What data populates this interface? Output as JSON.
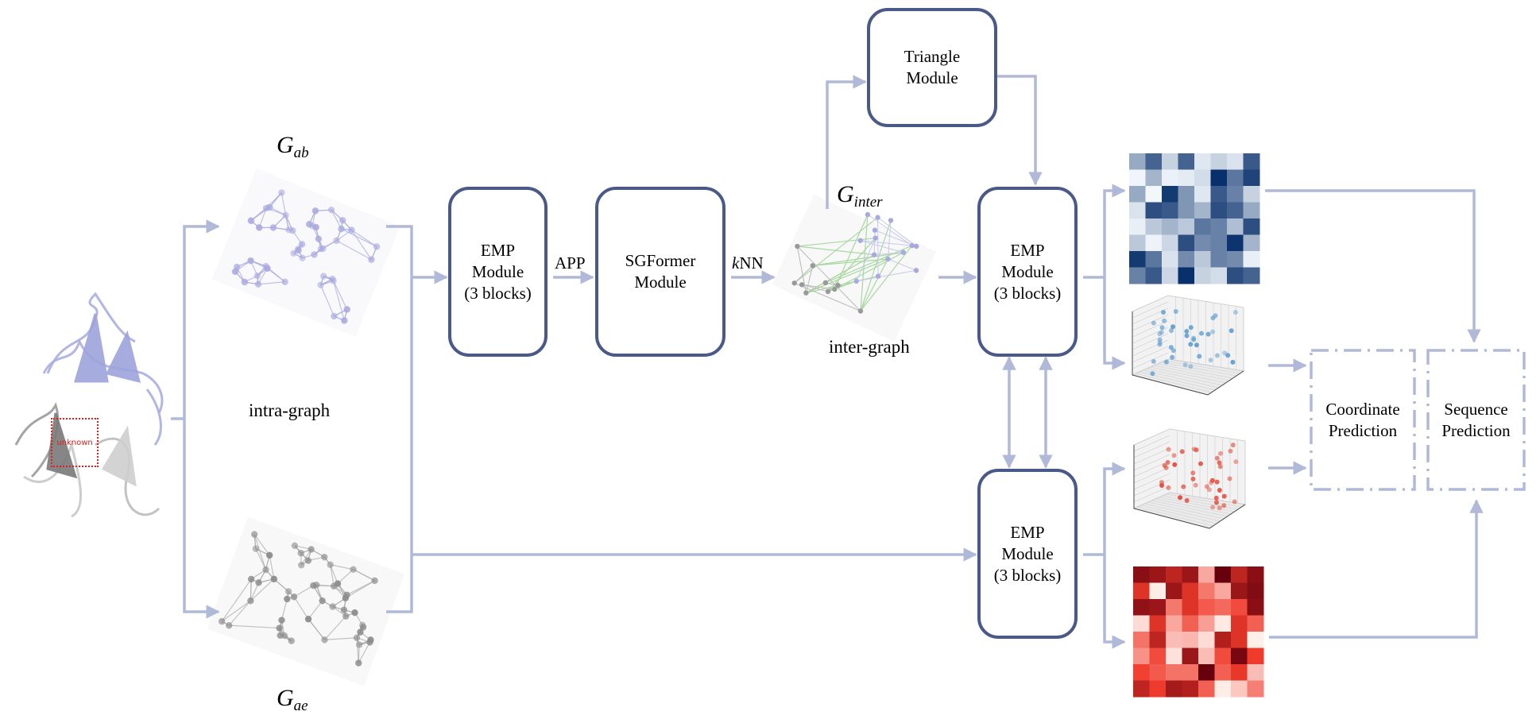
{
  "diagram": {
    "protein": {
      "unknown_label": "unknown"
    },
    "graphs": {
      "ab": {
        "symbol": "G",
        "subscript": "ab",
        "color": "#a9a9e0"
      },
      "ae": {
        "symbol": "G",
        "subscript": "ae",
        "color": "#8c8c8c"
      },
      "inter": {
        "symbol": "G",
        "subscript": "inter",
        "caption": "inter-graph",
        "edge_color": "#a8d8a0"
      }
    },
    "intra_graph_label": "intra-graph",
    "edge_labels": {
      "app": "APP",
      "knn_italic": "k",
      "knn_rest": "NN"
    },
    "modules": {
      "emp1": {
        "line1": "EMP",
        "line2": "Module",
        "line3": "(3 blocks)"
      },
      "sgformer": {
        "line1": "SGFormer",
        "line2": "Module"
      },
      "triangle": {
        "line1": "Triangle",
        "line2": "Module"
      },
      "emp2": {
        "line1": "EMP",
        "line2": "Module",
        "line3": "(3 blocks)"
      },
      "emp3": {
        "line1": "EMP",
        "line2": "Module",
        "line3": "(3 blocks)"
      }
    },
    "outputs": {
      "coordinate": {
        "line1": "Coordinate",
        "line2": "Prediction"
      },
      "sequence": {
        "line1": "Sequence",
        "line2": "Prediction"
      }
    },
    "colors": {
      "arrow": "#b0bad8",
      "box_border": "#4a5a88",
      "blue_scatter": "#5b9bd0",
      "red_scatter": "#e04a3a"
    },
    "heatmap_blue": [
      [
        0.4,
        0.75,
        0.2,
        0.75,
        0.1,
        0.2,
        0.12,
        0.8
      ],
      [
        0.03,
        0.35,
        0.05,
        0.08,
        0.15,
        1.0,
        0.65,
        0.9
      ],
      [
        0.4,
        0.02,
        0.95,
        0.5,
        0.1,
        0.8,
        0.6,
        0.2
      ],
      [
        0.12,
        0.85,
        0.8,
        0.5,
        0.35,
        0.85,
        0.75,
        0.4
      ],
      [
        0.06,
        0.25,
        0.35,
        0.25,
        0.65,
        0.6,
        0.3,
        0.85
      ],
      [
        0.25,
        0.04,
        0.18,
        0.85,
        0.55,
        0.6,
        0.98,
        0.35
      ],
      [
        0.95,
        0.65,
        0.12,
        0.55,
        0.25,
        0.6,
        0.55,
        0.06
      ],
      [
        0.6,
        0.8,
        0.18,
        1.0,
        0.2,
        0.15,
        0.85,
        0.75
      ]
    ],
    "heatmap_red": [
      [
        0.9,
        0.85,
        0.75,
        0.85,
        0.25,
        1.0,
        0.75,
        0.9
      ],
      [
        0.65,
        0.03,
        0.85,
        0.65,
        0.4,
        0.25,
        0.85,
        0.92
      ],
      [
        0.88,
        0.85,
        0.4,
        0.65,
        0.5,
        0.45,
        0.55,
        0.9
      ],
      [
        0.08,
        0.65,
        0.25,
        0.48,
        0.28,
        0.04,
        0.65,
        0.48
      ],
      [
        0.42,
        0.75,
        0.18,
        0.2,
        0.08,
        0.78,
        0.65,
        0.02
      ],
      [
        0.32,
        0.55,
        0.06,
        0.85,
        0.18,
        0.55,
        0.95,
        0.6
      ],
      [
        0.58,
        0.5,
        0.42,
        0.42,
        1.0,
        0.48,
        0.62,
        0.18
      ],
      [
        0.75,
        0.6,
        0.82,
        0.78,
        0.48,
        0.03,
        0.15,
        0.38
      ]
    ]
  }
}
